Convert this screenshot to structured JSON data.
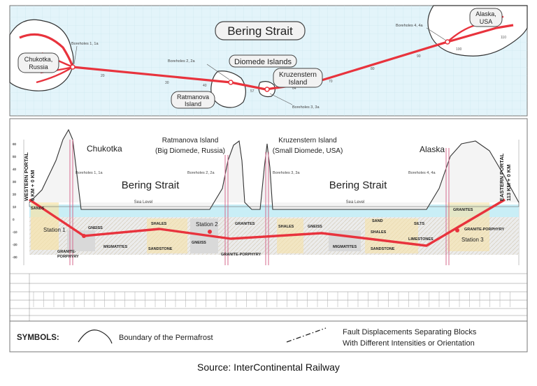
{
  "map": {
    "title": "Bering Strait",
    "labels": {
      "chukotka": [
        "Chukotka,",
        "Russia"
      ],
      "alaska": [
        "Alaska,",
        "USA"
      ],
      "diomede": "Diomede Islands",
      "kruzenstern": [
        "Kruzenstern",
        "Island"
      ],
      "ratmanova": [
        "Ratmanova",
        "Island"
      ]
    },
    "boreholes": {
      "b1": "Boreholes 1, 1a",
      "b2": "Boreholes 2, 2a",
      "b3": "Boreholes 3, 3a",
      "b4": "Boreholes 4, 4a"
    }
  },
  "profile": {
    "portals": {
      "west": [
        "WESTERN PORTAL",
        "0 KM + 0 KM"
      ],
      "east": [
        "EASTERN PORTAL",
        "113 KM + 0 KM"
      ]
    },
    "peaks": {
      "chukotka": "Chukotka",
      "ratmanova": [
        "Ratmanova Island",
        "(Big Diomede, Russia)"
      ],
      "kruzenstern": [
        "Kruzenstern Island",
        "(Small Diomede, USA)"
      ],
      "alaska": "Alaska"
    },
    "strait_left": "Bering Strait",
    "strait_right": "Bering Strait",
    "sea_level_left": "Sea Level",
    "sea_level_right": "Sea Level",
    "boreholes": {
      "b1": "Boreholes 1, 1a",
      "b2": "Boreholes 2, 2a",
      "b3": "Boreholes 3, 3a",
      "b4": "Boreholes 4, 4a"
    },
    "stations": {
      "s1": "Station 1",
      "s2": "Station 2",
      "s3": "Station 3"
    },
    "rocks": {
      "sands": "SANDS",
      "gneiss1": "GNEISS",
      "granite_porphyry_left": [
        "GRANITE-",
        "PORPHYRY"
      ],
      "migmatites1": "MIGMATITES",
      "shales1": "SHALES",
      "sandstone1": "SANDSTONE",
      "gneiss2": "GNEISS",
      "granites1": "GRANITES",
      "granite_porphyry_mid": "GRANITE-PORPHYRY",
      "shales2": "SHALES",
      "gneiss3": "GNEISS",
      "sand": "SAND",
      "shales3": "SHALES",
      "silts": "SILTS",
      "migmatites2": "MIGMATITES",
      "sandstone2": "SANDSTONE",
      "limestones": "LIMESTONES",
      "granites2": "GRANITES",
      "granite_porphyry_right": "GRANITE-PORPHYRY"
    }
  },
  "symbols": {
    "heading": "SYMBOLS:",
    "permafrost": "Boundary of the Permafrost",
    "fault": [
      "Fault Displacements Separating Blocks",
      "With Different Intensities or Orientation"
    ]
  },
  "caption": "Source: InterContinental Railway",
  "colors": {
    "route": "#e8333d",
    "water": "#e3f4fa",
    "land": "#ffffff",
    "mountain": "#f2f2f2",
    "sea_band": "#c9eef6",
    "frame": "#555555"
  }
}
